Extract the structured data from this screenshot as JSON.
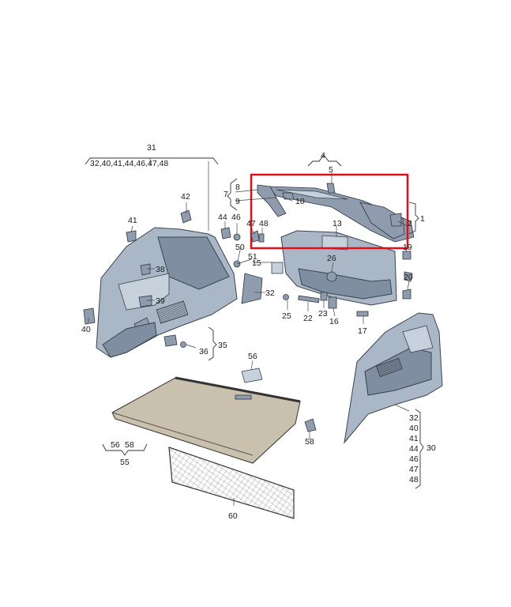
{
  "diagram": {
    "callouts": {
      "n1": "1",
      "n2": "2",
      "n4": "4",
      "n5": "5",
      "n7": "7",
      "n8": "8",
      "n9": "9",
      "n10": "10",
      "n13": "13",
      "n15": "15",
      "n16": "16",
      "n17": "17",
      "n19": "19",
      "n20": "20",
      "n22": "22",
      "n23": "23",
      "n25": "25",
      "n26": "26",
      "n31": "31",
      "n32a": "32",
      "n35": "35",
      "n36": "36",
      "n38": "38",
      "n39": "39",
      "n40": "40",
      "n41": "41",
      "n42": "42",
      "n44": "44",
      "n46": "46",
      "n47": "47",
      "n48": "48",
      "n50": "50",
      "n51": "51",
      "n55": "55",
      "n56": "56",
      "n56b": "56",
      "n58a": "58",
      "n58b": "58",
      "n60": "60",
      "n30": "30"
    },
    "group_31_list": "32,40,41,44,46,47,48",
    "group_30_list": [
      "32",
      "40",
      "41",
      "44",
      "46",
      "47",
      "48"
    ],
    "highlight_color": "#e0101a"
  }
}
